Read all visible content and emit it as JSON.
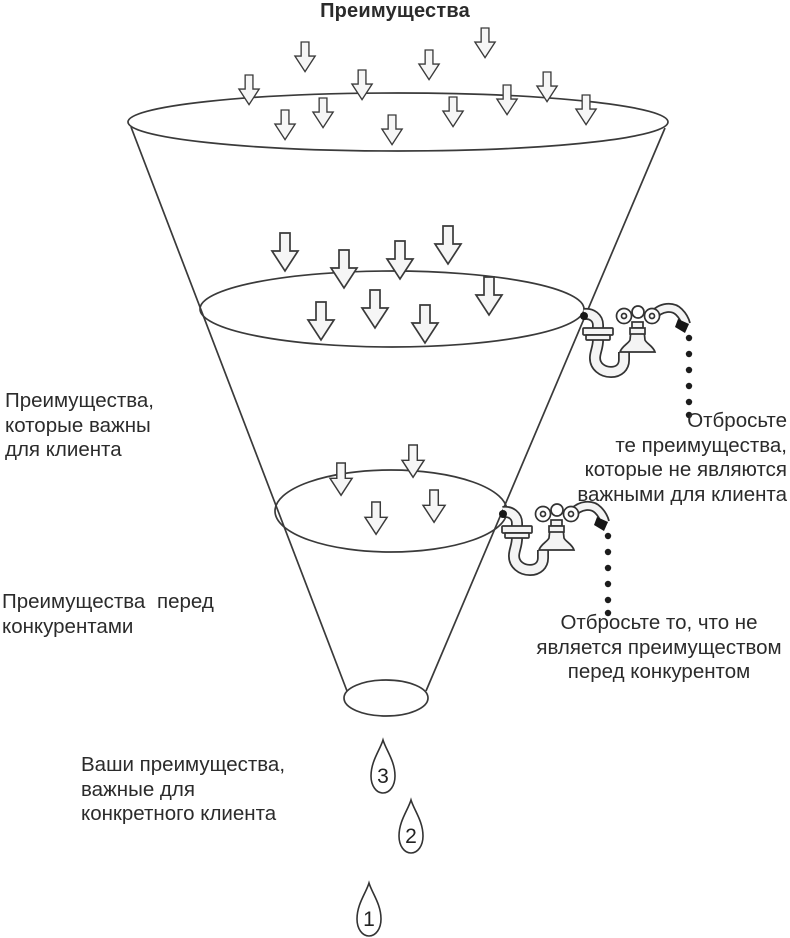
{
  "title": "Преимущества",
  "labels": {
    "left_top": {
      "lines": [
        "Преимущества,",
        "которые важны",
        "для клиента"
      ]
    },
    "left_middle": {
      "lines": [
        "Преимущества перед",
        "конкурентами"
      ]
    },
    "left_bottom": {
      "lines": [
        "Ваши преимущества,",
        "важные для",
        "конкретного клиента"
      ]
    },
    "right_top": {
      "lines": [
        "Отбросьте",
        "те преимущества,",
        "которые не являются",
        "важными для клиента"
      ]
    },
    "right_bottom": {
      "lines": [
        "Отбросьте то, что не",
        "является преимуществом",
        "перед конкурентом"
      ]
    }
  },
  "drops": [
    {
      "number": "3"
    },
    {
      "number": "2"
    },
    {
      "number": "1"
    }
  ],
  "icons": {
    "funnel": "funnel-outline",
    "arrows": "down-arrow-icon",
    "faucets": "faucet-with-trap-icon",
    "drops": "water-drop-icon"
  },
  "colors": {
    "background": "#ffffff",
    "line": "#3a3a3a",
    "text": "#2b2b2b",
    "arrow_fill": "#f6f6f6",
    "faucet_fill": "#f4f4f4",
    "drip": "#1c1c1c",
    "spout_tip": "#161616"
  }
}
